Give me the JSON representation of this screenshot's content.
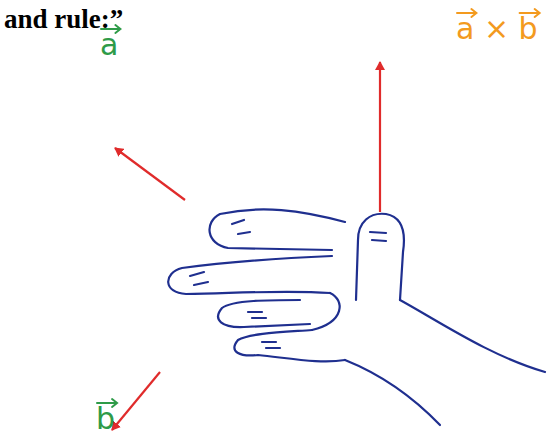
{
  "diagram": {
    "title": "and rule:”",
    "labels": [
      "a × b",
      "a",
      "b"
    ]
  }
}
